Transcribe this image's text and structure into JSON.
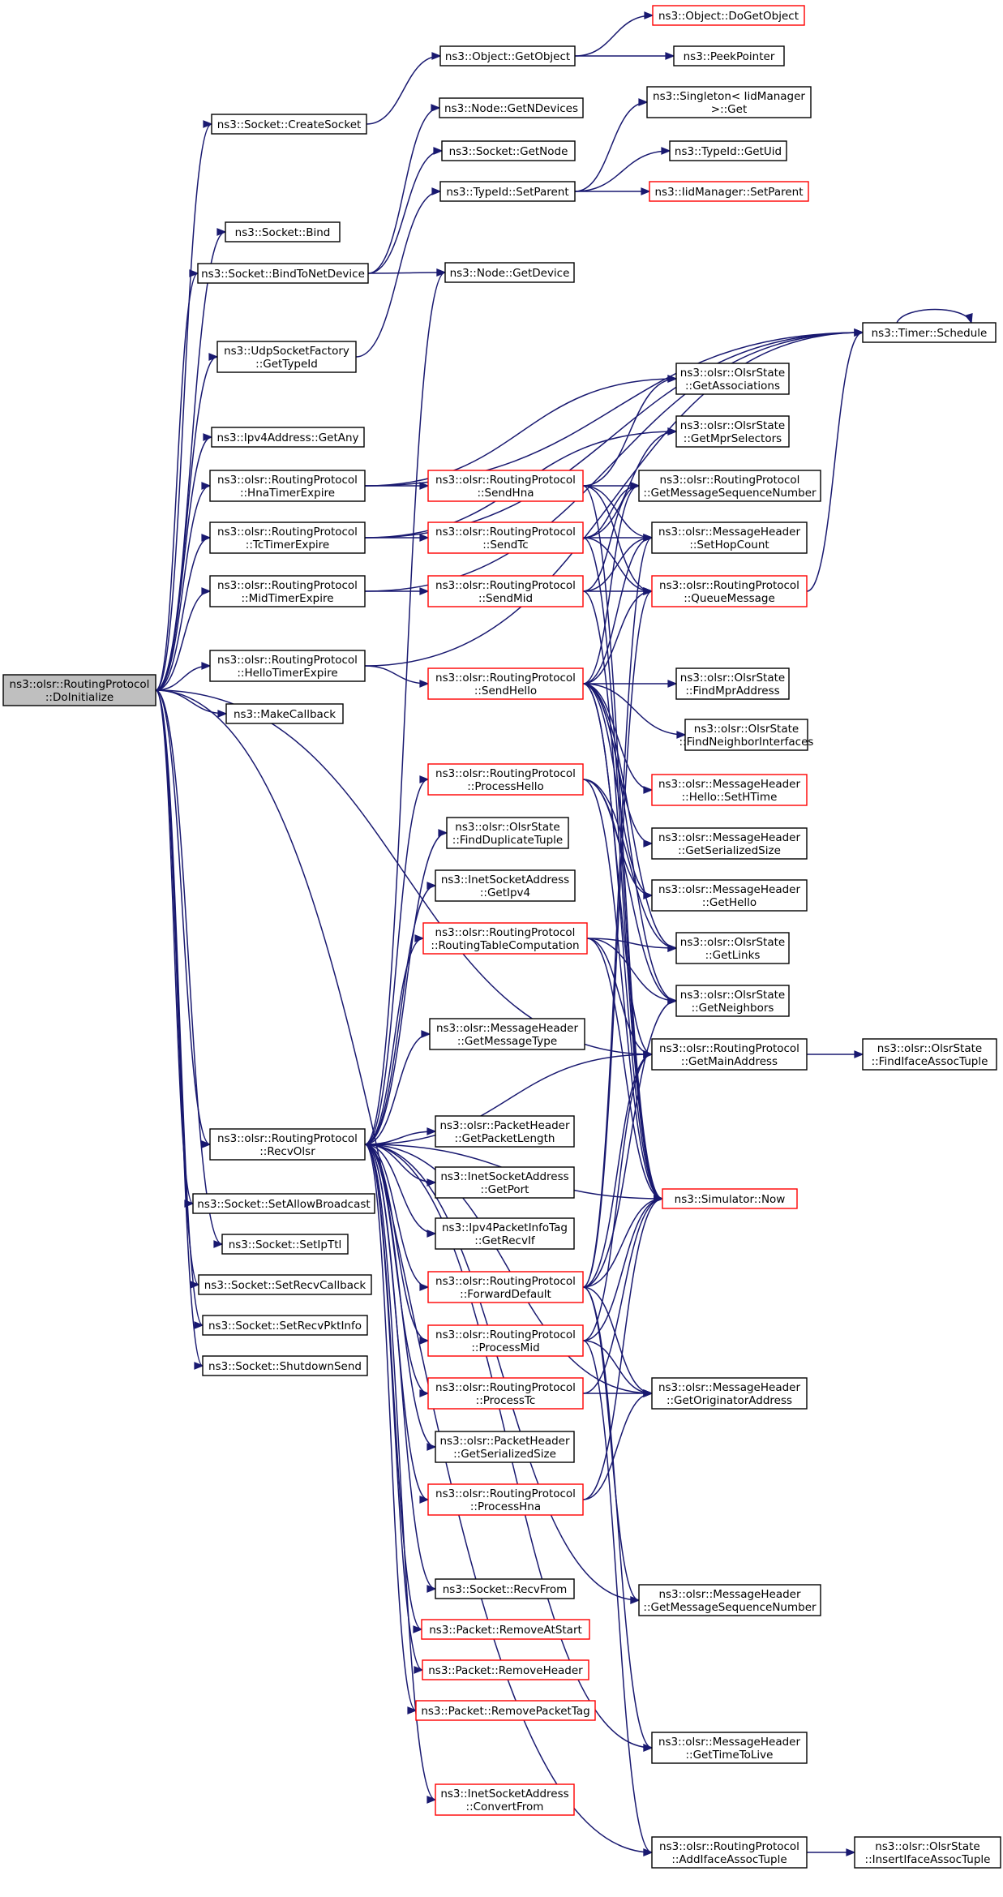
{
  "colors": {
    "edge": "#191970",
    "root_fill": "#bfbfbf",
    "box_border": "#000000",
    "incomplete_border": "#ff0000",
    "node_fill": "#ffffff",
    "text": "#000000"
  },
  "nodes": [
    {
      "id": "DoInitialize",
      "lines": [
        "ns3::olsr::RoutingProtocol",
        "::DoInitialize"
      ],
      "root": true
    },
    {
      "id": "CreateSocket",
      "lines": [
        "ns3::Socket::CreateSocket"
      ]
    },
    {
      "id": "GetObject",
      "lines": [
        "ns3::Object::GetObject"
      ]
    },
    {
      "id": "DoGetObject",
      "lines": [
        "ns3::Object::DoGetObject"
      ],
      "red": true
    },
    {
      "id": "PeekPointer",
      "lines": [
        "ns3::PeekPointer"
      ]
    },
    {
      "id": "Bind",
      "lines": [
        "ns3::Socket::Bind"
      ]
    },
    {
      "id": "BindToNetDevice",
      "lines": [
        "ns3::Socket::BindToNetDevice"
      ]
    },
    {
      "id": "GetNDevices",
      "lines": [
        "ns3::Node::GetNDevices"
      ]
    },
    {
      "id": "SocketGetNode",
      "lines": [
        "ns3::Socket::GetNode"
      ]
    },
    {
      "id": "SetParent",
      "lines": [
        "ns3::TypeId::SetParent"
      ]
    },
    {
      "id": "SingletonGet",
      "lines": [
        "ns3::Singleton< IidManager",
        ">::Get"
      ]
    },
    {
      "id": "GetUid",
      "lines": [
        "ns3::TypeId::GetUid"
      ]
    },
    {
      "id": "IidSetParent",
      "lines": [
        "ns3::IidManager::SetParent"
      ],
      "red": true
    },
    {
      "id": "GetDevice",
      "lines": [
        "ns3::Node::GetDevice"
      ]
    },
    {
      "id": "UdpGetTypeId",
      "lines": [
        "ns3::UdpSocketFactory",
        "::GetTypeId"
      ]
    },
    {
      "id": "TimerSchedule",
      "lines": [
        "ns3::Timer::Schedule"
      ]
    },
    {
      "id": "GetAny",
      "lines": [
        "ns3::Ipv4Address::GetAny"
      ]
    },
    {
      "id": "HnaTimerExpire",
      "lines": [
        "ns3::olsr::RoutingProtocol",
        "::HnaTimerExpire"
      ]
    },
    {
      "id": "TcTimerExpire",
      "lines": [
        "ns3::olsr::RoutingProtocol",
        "::TcTimerExpire"
      ]
    },
    {
      "id": "MidTimerExpire",
      "lines": [
        "ns3::olsr::RoutingProtocol",
        "::MidTimerExpire"
      ]
    },
    {
      "id": "HelloTimerExpire",
      "lines": [
        "ns3::olsr::RoutingProtocol",
        "::HelloTimerExpire"
      ]
    },
    {
      "id": "MakeCallback",
      "lines": [
        "ns3::MakeCallback"
      ]
    },
    {
      "id": "GetAssociations",
      "lines": [
        "ns3::olsr::OlsrState",
        "::GetAssociations"
      ]
    },
    {
      "id": "GetMprSelectors",
      "lines": [
        "ns3::olsr::OlsrState",
        "::GetMprSelectors"
      ]
    },
    {
      "id": "SendHna",
      "lines": [
        "ns3::olsr::RoutingProtocol",
        "::SendHna"
      ],
      "red": true
    },
    {
      "id": "GetMsgSeqNum",
      "lines": [
        "ns3::olsr::RoutingProtocol",
        "::GetMessageSequenceNumber"
      ]
    },
    {
      "id": "SendTc",
      "lines": [
        "ns3::olsr::RoutingProtocol",
        "::SendTc"
      ],
      "red": true
    },
    {
      "id": "SetHopCount",
      "lines": [
        "ns3::olsr::MessageHeader",
        "::SetHopCount"
      ]
    },
    {
      "id": "SendMid",
      "lines": [
        "ns3::olsr::RoutingProtocol",
        "::SendMid"
      ],
      "red": true
    },
    {
      "id": "QueueMessage",
      "lines": [
        "ns3::olsr::RoutingProtocol",
        "::QueueMessage"
      ],
      "red": true
    },
    {
      "id": "SendHello",
      "lines": [
        "ns3::olsr::RoutingProtocol",
        "::SendHello"
      ],
      "red": true
    },
    {
      "id": "FindMprAddress",
      "lines": [
        "ns3::olsr::OlsrState",
        "::FindMprAddress"
      ]
    },
    {
      "id": "FindNeighborInterfaces",
      "lines": [
        "ns3::olsr::OlsrState",
        "::FindNeighborInterfaces"
      ]
    },
    {
      "id": "HelloSetHTime",
      "lines": [
        "ns3::olsr::MessageHeader",
        "::Hello::SetHTime"
      ],
      "red": true
    },
    {
      "id": "ProcessHello",
      "lines": [
        "ns3::olsr::RoutingProtocol",
        "::ProcessHello"
      ],
      "red": true
    },
    {
      "id": "MHGetSerializedSize",
      "lines": [
        "ns3::olsr::MessageHeader",
        "::GetSerializedSize"
      ]
    },
    {
      "id": "FindDuplicateTuple",
      "lines": [
        "ns3::olsr::OlsrState",
        "::FindDuplicateTuple"
      ]
    },
    {
      "id": "GetHello",
      "lines": [
        "ns3::olsr::MessageHeader",
        "::GetHello"
      ]
    },
    {
      "id": "GetIpv4",
      "lines": [
        "ns3::InetSocketAddress",
        "::GetIpv4"
      ]
    },
    {
      "id": "RoutingTableComputation",
      "lines": [
        "ns3::olsr::RoutingProtocol",
        "::RoutingTableComputation"
      ],
      "red": true
    },
    {
      "id": "GetLinks",
      "lines": [
        "ns3::olsr::OlsrState",
        "::GetLinks"
      ]
    },
    {
      "id": "GetNeighbors",
      "lines": [
        "ns3::olsr::OlsrState",
        "::GetNeighbors"
      ]
    },
    {
      "id": "GetMessageType",
      "lines": [
        "ns3::olsr::MessageHeader",
        "::GetMessageType"
      ]
    },
    {
      "id": "GetMainAddress",
      "lines": [
        "ns3::olsr::RoutingProtocol",
        "::GetMainAddress"
      ]
    },
    {
      "id": "FindIfaceAssocTuple",
      "lines": [
        "ns3::olsr::OlsrState",
        "::FindIfaceAssocTuple"
      ]
    },
    {
      "id": "RecvOlsr",
      "lines": [
        "ns3::olsr::RoutingProtocol",
        "::RecvOlsr"
      ]
    },
    {
      "id": "GetPacketLength",
      "lines": [
        "ns3::olsr::PacketHeader",
        "::GetPacketLength"
      ]
    },
    {
      "id": "GetPort",
      "lines": [
        "ns3::InetSocketAddress",
        "::GetPort"
      ]
    },
    {
      "id": "SimulatorNow",
      "lines": [
        "ns3::Simulator::Now"
      ],
      "red": true
    },
    {
      "id": "SetAllowBroadcast",
      "lines": [
        "ns3::Socket::SetAllowBroadcast"
      ]
    },
    {
      "id": "GetRecvIf",
      "lines": [
        "ns3::Ipv4PacketInfoTag",
        "::GetRecvIf"
      ]
    },
    {
      "id": "SetIpTtl",
      "lines": [
        "ns3::Socket::SetIpTtl"
      ]
    },
    {
      "id": "ForwardDefault",
      "lines": [
        "ns3::olsr::RoutingProtocol",
        "::ForwardDefault"
      ],
      "red": true
    },
    {
      "id": "SetRecvCallback",
      "lines": [
        "ns3::Socket::SetRecvCallback"
      ]
    },
    {
      "id": "SetRecvPktInfo",
      "lines": [
        "ns3::Socket::SetRecvPktInfo"
      ]
    },
    {
      "id": "ProcessMid",
      "lines": [
        "ns3::olsr::RoutingProtocol",
        "::ProcessMid"
      ],
      "red": true
    },
    {
      "id": "ShutdownSend",
      "lines": [
        "ns3::Socket::ShutdownSend"
      ]
    },
    {
      "id": "ProcessTc",
      "lines": [
        "ns3::olsr::RoutingProtocol",
        "::ProcessTc"
      ],
      "red": true
    },
    {
      "id": "GetOriginatorAddress",
      "lines": [
        "ns3::olsr::MessageHeader",
        "::GetOriginatorAddress"
      ]
    },
    {
      "id": "PHGetSerializedSize",
      "lines": [
        "ns3::olsr::PacketHeader",
        "::GetSerializedSize"
      ]
    },
    {
      "id": "ProcessHna",
      "lines": [
        "ns3::olsr::RoutingProtocol",
        "::ProcessHna"
      ],
      "red": true
    },
    {
      "id": "RecvFrom",
      "lines": [
        "ns3::Socket::RecvFrom"
      ]
    },
    {
      "id": "MHGetMessageSequenceNumber",
      "lines": [
        "ns3::olsr::MessageHeader",
        "::GetMessageSequenceNumber"
      ]
    },
    {
      "id": "RemoveAtStart",
      "lines": [
        "ns3::Packet::RemoveAtStart"
      ],
      "red": true
    },
    {
      "id": "RemoveHeader",
      "lines": [
        "ns3::Packet::RemoveHeader"
      ],
      "red": true
    },
    {
      "id": "RemovePacketTag",
      "lines": [
        "ns3::Packet::RemovePacketTag"
      ],
      "red": true
    },
    {
      "id": "GetTimeToLive",
      "lines": [
        "ns3::olsr::MessageHeader",
        "::GetTimeToLive"
      ]
    },
    {
      "id": "ConvertFrom",
      "lines": [
        "ns3::InetSocketAddress",
        "::ConvertFrom"
      ],
      "red": true
    },
    {
      "id": "AddIfaceAssocTuple",
      "lines": [
        "ns3::olsr::RoutingProtocol",
        "::AddIfaceAssocTuple"
      ]
    },
    {
      "id": "InsertIfaceAssocTuple",
      "lines": [
        "ns3::olsr::OlsrState",
        "::InsertIfaceAssocTuple"
      ]
    }
  ],
  "edges": [
    [
      "DoInitialize",
      "CreateSocket"
    ],
    [
      "DoInitialize",
      "Bind"
    ],
    [
      "DoInitialize",
      "BindToNetDevice"
    ],
    [
      "DoInitialize",
      "UdpGetTypeId"
    ],
    [
      "DoInitialize",
      "GetAny"
    ],
    [
      "DoInitialize",
      "HnaTimerExpire"
    ],
    [
      "DoInitialize",
      "TcTimerExpire"
    ],
    [
      "DoInitialize",
      "MidTimerExpire"
    ],
    [
      "DoInitialize",
      "HelloTimerExpire"
    ],
    [
      "DoInitialize",
      "MakeCallback"
    ],
    [
      "DoInitialize",
      "RecvOlsr"
    ],
    [
      "DoInitialize",
      "SetAllowBroadcast"
    ],
    [
      "DoInitialize",
      "SetIpTtl"
    ],
    [
      "DoInitialize",
      "SetRecvCallback"
    ],
    [
      "DoInitialize",
      "SetRecvPktInfo"
    ],
    [
      "DoInitialize",
      "ShutdownSend"
    ],
    [
      "DoInitialize",
      "GetMainAddress"
    ],
    [
      "DoInitialize",
      "AddIfaceAssocTuple"
    ],
    [
      "CreateSocket",
      "GetObject"
    ],
    [
      "GetObject",
      "DoGetObject"
    ],
    [
      "GetObject",
      "PeekPointer"
    ],
    [
      "BindToNetDevice",
      "GetNDevices"
    ],
    [
      "BindToNetDevice",
      "SocketGetNode"
    ],
    [
      "BindToNetDevice",
      "GetDevice"
    ],
    [
      "UdpGetTypeId",
      "SetParent"
    ],
    [
      "SetParent",
      "SingletonGet"
    ],
    [
      "SetParent",
      "GetUid"
    ],
    [
      "SetParent",
      "IidSetParent"
    ],
    [
      "HnaTimerExpire",
      "GetAssociations"
    ],
    [
      "HnaTimerExpire",
      "SendHna"
    ],
    [
      "HnaTimerExpire",
      "TimerSchedule"
    ],
    [
      "TcTimerExpire",
      "GetMprSelectors"
    ],
    [
      "TcTimerExpire",
      "SendTc"
    ],
    [
      "TcTimerExpire",
      "TimerSchedule"
    ],
    [
      "MidTimerExpire",
      "SendMid"
    ],
    [
      "MidTimerExpire",
      "TimerSchedule"
    ],
    [
      "HelloTimerExpire",
      "SendHello"
    ],
    [
      "HelloTimerExpire",
      "TimerSchedule"
    ],
    [
      "TimerSchedule",
      "TimerSchedule"
    ],
    [
      "SendHna",
      "GetAssociations"
    ],
    [
      "SendHna",
      "GetMsgSeqNum"
    ],
    [
      "SendHna",
      "SetHopCount"
    ],
    [
      "SendHna",
      "QueueMessage"
    ],
    [
      "SendHna",
      "SimulatorNow"
    ],
    [
      "SendTc",
      "GetMprSelectors"
    ],
    [
      "SendTc",
      "GetMsgSeqNum"
    ],
    [
      "SendTc",
      "SetHopCount"
    ],
    [
      "SendTc",
      "QueueMessage"
    ],
    [
      "SendTc",
      "SimulatorNow"
    ],
    [
      "SendMid",
      "GetMsgSeqNum"
    ],
    [
      "SendMid",
      "SetHopCount"
    ],
    [
      "SendMid",
      "QueueMessage"
    ],
    [
      "SendMid",
      "SimulatorNow"
    ],
    [
      "QueueMessage",
      "TimerSchedule"
    ],
    [
      "SendHello",
      "FindMprAddress"
    ],
    [
      "SendHello",
      "FindNeighborInterfaces"
    ],
    [
      "SendHello",
      "HelloSetHTime"
    ],
    [
      "SendHello",
      "MHGetSerializedSize"
    ],
    [
      "SendHello",
      "GetHello"
    ],
    [
      "SendHello",
      "GetLinks"
    ],
    [
      "SendHello",
      "GetNeighbors"
    ],
    [
      "SendHello",
      "GetMainAddress"
    ],
    [
      "SendHello",
      "SimulatorNow"
    ],
    [
      "SendHello",
      "GetMsgSeqNum"
    ],
    [
      "SendHello",
      "SetHopCount"
    ],
    [
      "SendHello",
      "QueueMessage"
    ],
    [
      "ProcessHello",
      "GetHello"
    ],
    [
      "ProcessHello",
      "GetLinks"
    ],
    [
      "ProcessHello",
      "SimulatorNow"
    ],
    [
      "ProcessHello",
      "GetNeighbors"
    ],
    [
      "RoutingTableComputation",
      "GetLinks"
    ],
    [
      "RoutingTableComputation",
      "GetNeighbors"
    ],
    [
      "RoutingTableComputation",
      "GetMainAddress"
    ],
    [
      "RoutingTableComputation",
      "SimulatorNow"
    ],
    [
      "GetMainAddress",
      "FindIfaceAssocTuple"
    ],
    [
      "RecvOlsr",
      "GetDevice"
    ],
    [
      "RecvOlsr",
      "ProcessHello"
    ],
    [
      "RecvOlsr",
      "FindDuplicateTuple"
    ],
    [
      "RecvOlsr",
      "GetIpv4"
    ],
    [
      "RecvOlsr",
      "RoutingTableComputation"
    ],
    [
      "RecvOlsr",
      "GetMessageType"
    ],
    [
      "RecvOlsr",
      "GetPacketLength"
    ],
    [
      "RecvOlsr",
      "GetPort"
    ],
    [
      "RecvOlsr",
      "GetRecvIf"
    ],
    [
      "RecvOlsr",
      "ForwardDefault"
    ],
    [
      "RecvOlsr",
      "ProcessMid"
    ],
    [
      "RecvOlsr",
      "ProcessTc"
    ],
    [
      "RecvOlsr",
      "PHGetSerializedSize"
    ],
    [
      "RecvOlsr",
      "ProcessHna"
    ],
    [
      "RecvOlsr",
      "RecvFrom"
    ],
    [
      "RecvOlsr",
      "RemoveAtStart"
    ],
    [
      "RecvOlsr",
      "RemoveHeader"
    ],
    [
      "RecvOlsr",
      "RemovePacketTag"
    ],
    [
      "RecvOlsr",
      "ConvertFrom"
    ],
    [
      "RecvOlsr",
      "SimulatorNow"
    ],
    [
      "RecvOlsr",
      "GetOriginatorAddress"
    ],
    [
      "RecvOlsr",
      "MHGetMessageSequenceNumber"
    ],
    [
      "RecvOlsr",
      "GetTimeToLive"
    ],
    [
      "RecvOlsr",
      "GetMainAddress"
    ],
    [
      "ForwardDefault",
      "GetMainAddress"
    ],
    [
      "ForwardDefault",
      "SimulatorNow"
    ],
    [
      "ForwardDefault",
      "GetOriginatorAddress"
    ],
    [
      "ForwardDefault",
      "MHGetMessageSequenceNumber"
    ],
    [
      "ForwardDefault",
      "GetTimeToLive"
    ],
    [
      "ForwardDefault",
      "SetHopCount"
    ],
    [
      "ForwardDefault",
      "QueueMessage"
    ],
    [
      "ForwardDefault",
      "GetNeighbors"
    ],
    [
      "ProcessMid",
      "SimulatorNow"
    ],
    [
      "ProcessMid",
      "GetOriginatorAddress"
    ],
    [
      "ProcessMid",
      "GetMainAddress"
    ],
    [
      "ProcessMid",
      "AddIfaceAssocTuple"
    ],
    [
      "ProcessTc",
      "GetOriginatorAddress"
    ],
    [
      "ProcessTc",
      "SimulatorNow"
    ],
    [
      "ProcessHna",
      "GetOriginatorAddress"
    ],
    [
      "ProcessHna",
      "SimulatorNow"
    ],
    [
      "AddIfaceAssocTuple",
      "InsertIfaceAssocTuple"
    ]
  ]
}
